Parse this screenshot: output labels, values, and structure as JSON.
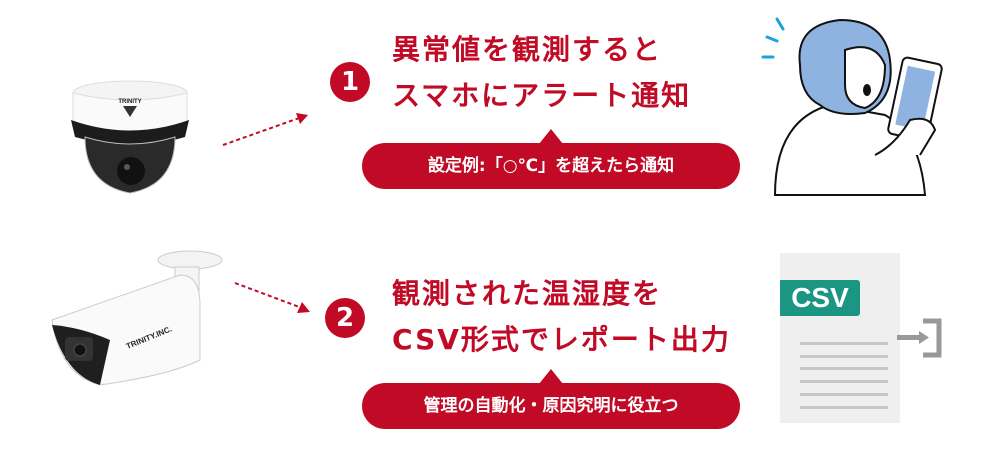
{
  "colors": {
    "accent": "#c10a25",
    "csv_green": "#1a9683",
    "doc_bg": "#efefef"
  },
  "step1": {
    "number": "1",
    "line1": "異常値を観測すると",
    "line2": "スマホにアラート通知",
    "example": "設定例:「○℃」を超えたら通知",
    "camera_brand": "TRINITY"
  },
  "step2": {
    "number": "2",
    "line1": "観測された温湿度を",
    "line2": "CSV形式でレポート出力",
    "benefit": "管理の自動化・原因究明に役立つ",
    "camera_brand": "TRINITY.INC.",
    "doc_label": "CSV"
  }
}
